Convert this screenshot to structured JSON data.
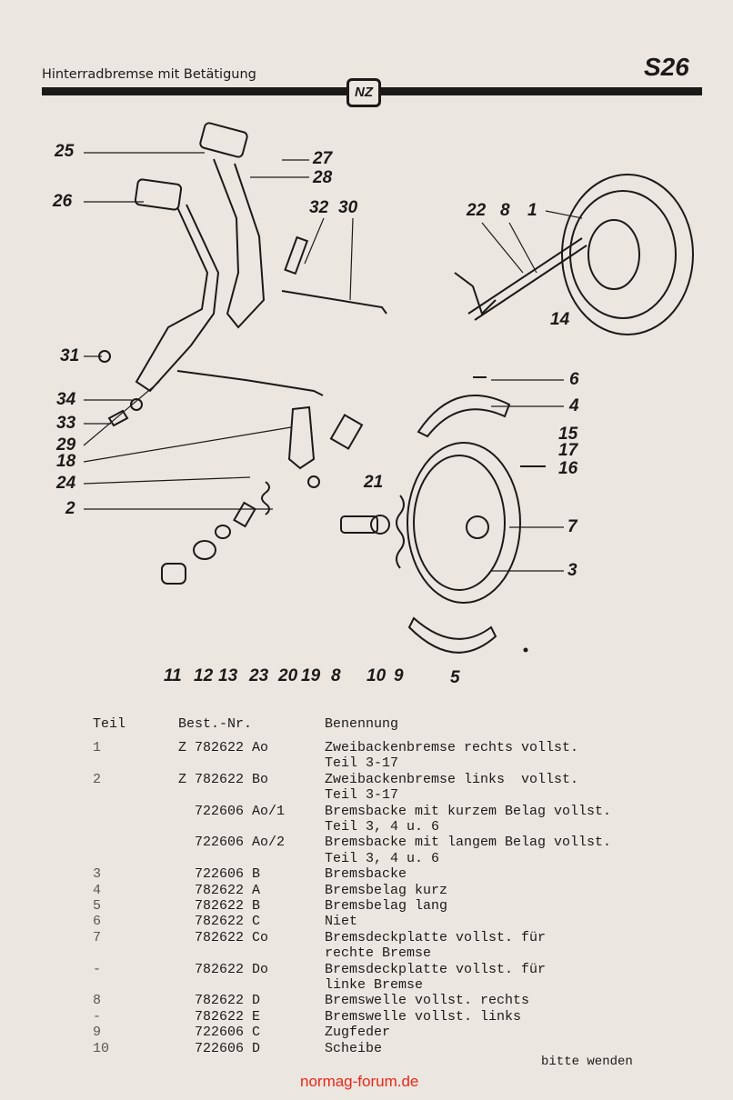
{
  "header": {
    "title": "Hinterradbremse mit Betätigung",
    "page": "S26",
    "logo": "NZ"
  },
  "callouts": [
    "25",
    "27",
    "28",
    "26",
    "32",
    "30",
    "22",
    "8",
    "1",
    "14",
    "31",
    "6",
    "4",
    "34",
    "33",
    "29",
    "15",
    "17",
    "18",
    "16",
    "21",
    "24",
    "2",
    "7",
    "3",
    "11",
    "12",
    "13",
    "23",
    "20",
    "19",
    "8",
    "10",
    "9",
    "5"
  ],
  "table": {
    "headers": {
      "teil": "Teil",
      "nr": "Best.-Nr.",
      "desc": "Benennung"
    },
    "rows": [
      {
        "teil": "1",
        "nr": "Z 782622 Ao",
        "desc": [
          "Zweibackenbremse rechts vollst.",
          "Teil 3-17"
        ]
      },
      {
        "teil": "2",
        "nr": "Z 782622 Bo",
        "desc": [
          "Zweibackenbremse links  vollst.",
          "Teil 3-17"
        ]
      },
      {
        "teil": "",
        "nr": "  722606 Ao/1",
        "desc": [
          "Bremsbacke mit kurzem Belag vollst.",
          "Teil 3, 4 u. 6"
        ]
      },
      {
        "teil": "",
        "nr": "  722606 Ao/2",
        "desc": [
          "Bremsbacke mit langem Belag vollst.",
          "Teil 3, 4 u. 6"
        ]
      },
      {
        "teil": "3",
        "nr": "  722606 B",
        "desc": [
          "Bremsbacke"
        ]
      },
      {
        "teil": "4",
        "nr": "  782622 A",
        "desc": [
          "Bremsbelag kurz"
        ]
      },
      {
        "teil": "5",
        "nr": "  782622 B",
        "desc": [
          "Bremsbelag lang"
        ]
      },
      {
        "teil": "6",
        "nr": "  782622 C",
        "desc": [
          "Niet"
        ]
      },
      {
        "teil": "7",
        "nr": "  782622 Co",
        "desc": [
          "Bremsdeckplatte vollst. für",
          "rechte Bremse"
        ]
      },
      {
        "teil": "-",
        "nr": "  782622 Do",
        "desc": [
          "Bremsdeckplatte vollst. für",
          "linke Bremse"
        ]
      },
      {
        "teil": "8",
        "nr": "  782622 D",
        "desc": [
          "Bremswelle vollst. rechts"
        ]
      },
      {
        "teil": "-",
        "nr": "  782622 E",
        "desc": [
          "Bremswelle vollst. links"
        ]
      },
      {
        "teil": "9",
        "nr": "  722606 C",
        "desc": [
          "Zugfeder"
        ]
      },
      {
        "teil": "10",
        "nr": "  722606 D",
        "desc": [
          "Scheibe"
        ]
      }
    ]
  },
  "footer": {
    "note": "bitte wenden",
    "watermark": "normag-forum.de"
  }
}
